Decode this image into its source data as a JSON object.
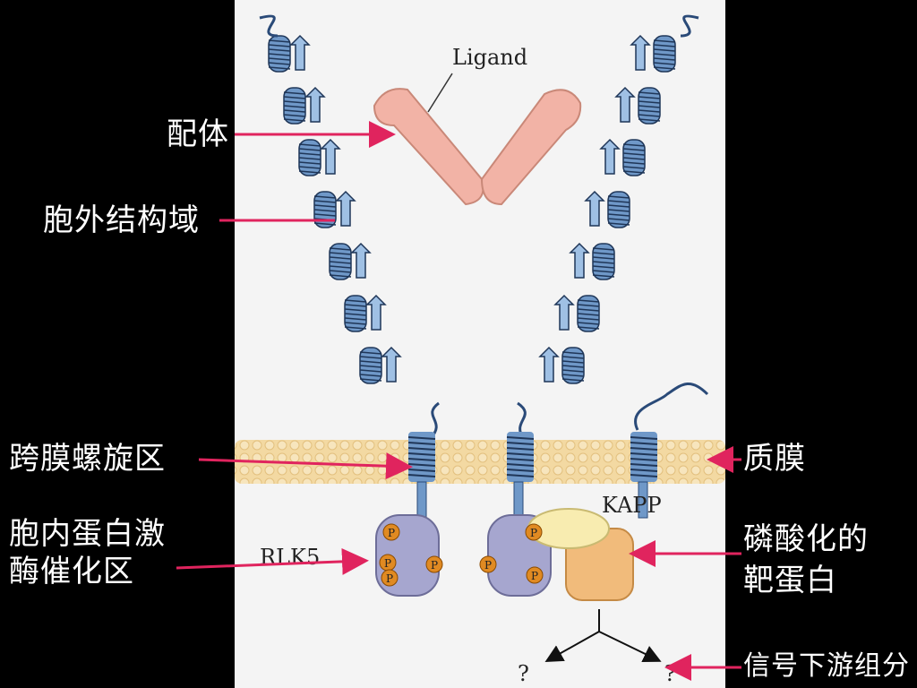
{
  "labels": {
    "ligand_cn": "配体",
    "extracellular_cn": "胞外结构域",
    "transmembrane_cn": "跨膜螺旋区",
    "kinase_cn_line1": "胞内蛋白激",
    "kinase_cn_line2": "酶催化区",
    "membrane_cn": "质膜",
    "target_cn_line1": "磷酸化的",
    "target_cn_line2": "靶蛋白",
    "downstream_cn": "信号下游组分"
  },
  "figure": {
    "ligand": "Ligand",
    "rlk5": "RLK5",
    "kapp": "KAPP",
    "phospho": "P",
    "unknown": "?"
  },
  "colors": {
    "background": "#000000",
    "panel": "#f4f4f4",
    "arrow": "#e0245e",
    "ligand_fill": "#f2b3a6",
    "helix": "#6f98c8",
    "membrane": "#f3d9a2",
    "kinase": "#a6a6cf",
    "kapp_fill": "#f1bb7b",
    "kapp_head": "#f8ecb0",
    "phospho": "#e08a22"
  }
}
